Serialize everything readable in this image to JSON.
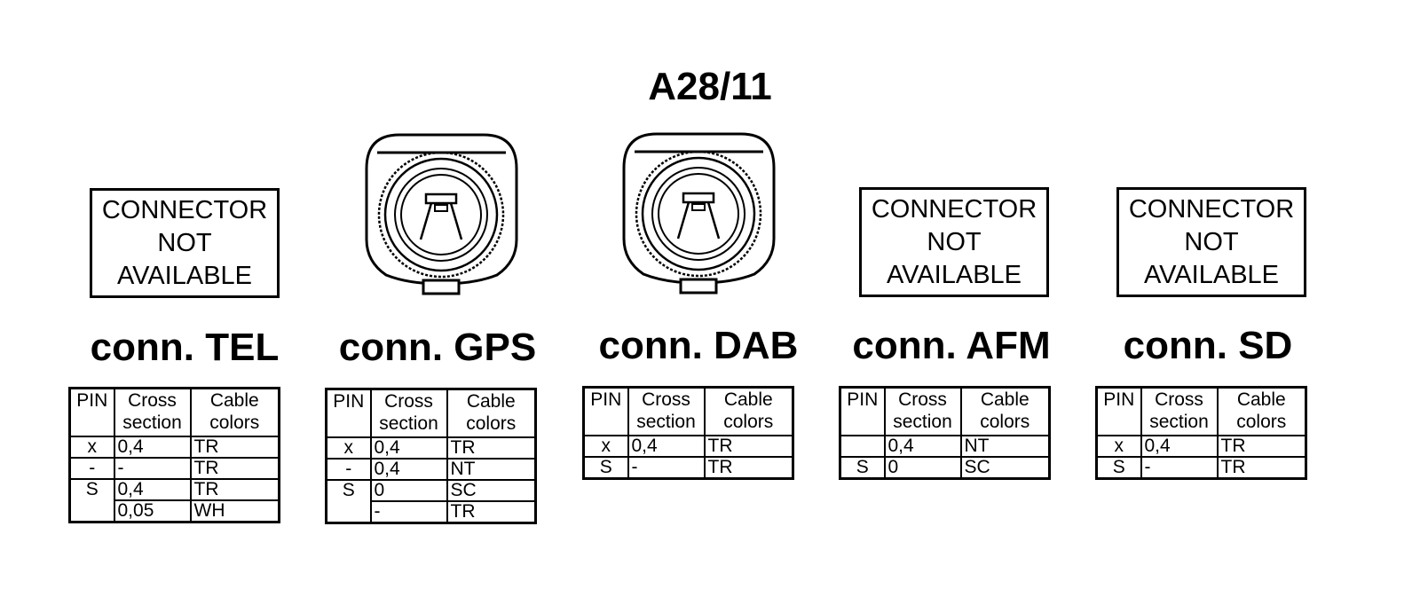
{
  "title": "A28/11",
  "not_available_text": [
    "CONNECTOR",
    "NOT",
    "AVAILABLE"
  ],
  "table_headers": {
    "pin": "PIN",
    "cross_section": [
      "Cross",
      "section"
    ],
    "cable_colors": [
      "Cable",
      "colors"
    ]
  },
  "connectors": [
    {
      "name": "conn. TEL",
      "available": false,
      "rows": [
        {
          "pin": "x",
          "cross": "0,4",
          "color": "TR"
        },
        {
          "pin": "-",
          "cross": "-",
          "color": "TR"
        },
        {
          "pin": "S",
          "cross": "0,4",
          "color": "TR"
        },
        {
          "pin": "",
          "cross": "0,05",
          "color": "WH"
        }
      ]
    },
    {
      "name": "conn. GPS",
      "available": true,
      "rows": [
        {
          "pin": "x",
          "cross": "0,4",
          "color": "TR"
        },
        {
          "pin": "-",
          "cross": "0,4",
          "color": "NT"
        },
        {
          "pin": "S",
          "cross": "0",
          "color": "SC"
        },
        {
          "pin": "",
          "cross": "-",
          "color": "TR"
        }
      ]
    },
    {
      "name": "conn. DAB",
      "available": true,
      "rows": [
        {
          "pin": "x",
          "cross": "0,4",
          "color": "TR"
        },
        {
          "pin": "S",
          "cross": "-",
          "color": "TR"
        }
      ]
    },
    {
      "name": "conn. AFM",
      "available": false,
      "rows": [
        {
          "pin": "",
          "cross": "0,4",
          "color": "NT"
        },
        {
          "pin": "S",
          "cross": "0",
          "color": "SC"
        }
      ]
    },
    {
      "name": "conn. SD",
      "available": false,
      "rows": [
        {
          "pin": "x",
          "cross": "0,4",
          "color": "TR"
        },
        {
          "pin": "S",
          "cross": "-",
          "color": "TR"
        }
      ]
    }
  ]
}
